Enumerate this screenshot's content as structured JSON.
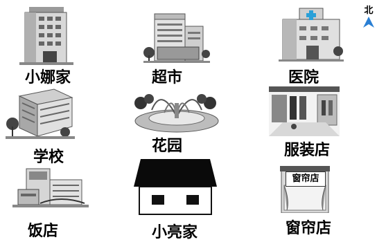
{
  "compass": {
    "label": "北",
    "icon": "north-arrow-icon",
    "arrow_color": "#2a7fd4"
  },
  "places": [
    {
      "id": "xiaonuo-home",
      "label": "小娜家",
      "icon": "office-building-icon"
    },
    {
      "id": "supermarket",
      "label": "超市",
      "icon": "supermarket-building-icon"
    },
    {
      "id": "hospital",
      "label": "医院",
      "icon": "hospital-icon",
      "cross_color": "#2aa0d8"
    },
    {
      "id": "school",
      "label": "学校",
      "icon": "school-building-icon"
    },
    {
      "id": "garden",
      "label": "花园",
      "icon": "fountain-garden-icon"
    },
    {
      "id": "clothing-store",
      "label": "服装店",
      "icon": "clothing-store-icon"
    },
    {
      "id": "restaurant",
      "label": "饭店",
      "icon": "restaurant-icon"
    },
    {
      "id": "xiaoliang-home",
      "label": "小亮家",
      "icon": "house-icon"
    },
    {
      "id": "curtain-store",
      "label": "窗帘店",
      "icon": "curtain-store-icon",
      "sign_text": "窗帘店"
    }
  ]
}
